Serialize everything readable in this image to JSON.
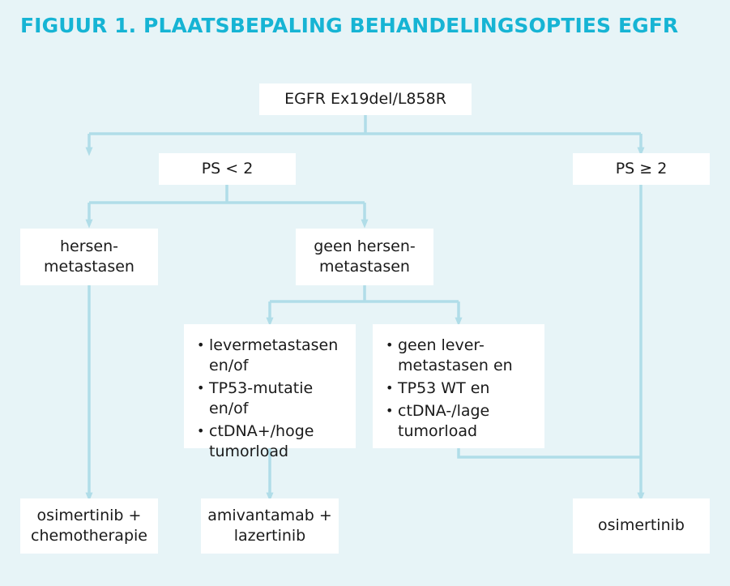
{
  "figure": {
    "title": "FIGUUR 1. PLAATSBEPALING BEHANDELINGSOPTIES EGFR",
    "title_color": "#16b4d4",
    "background_color": "#e7f4f7",
    "node_fill_color": "#ffffff",
    "connector_color": "#b0dde8",
    "text_color": "#1a1a1a"
  },
  "nodes": {
    "root": {
      "label": "EGFR Ex19del/L858R"
    },
    "ps_low": {
      "label": "PS < 2"
    },
    "ps_high": {
      "label": "PS ≥ 2"
    },
    "brain_mets": {
      "label": "hersen-\nmetastasen"
    },
    "no_brain_mets": {
      "label": "geen hersen-\nmetastasen"
    },
    "liver_positive": {
      "items": [
        "levermetastasen\nen/of",
        "TP53-mutatie en/of",
        "ctDNA+/hoge\ntumorload"
      ]
    },
    "liver_negative": {
      "items": [
        "geen lever-\nmetastasen en",
        "TP53 WT en",
        "ctDNA-/lage\ntumorload"
      ]
    },
    "treat_osi_chemo": {
      "label": "osimertinib +\nchemotherapie"
    },
    "treat_ami_laz": {
      "label": "amivantamab +\nlazertinib"
    },
    "treat_osi": {
      "label": "osimertinib"
    }
  },
  "edges": [
    {
      "from": "root",
      "to": "ps_low"
    },
    {
      "from": "root",
      "to": "ps_high"
    },
    {
      "from": "ps_low",
      "to": "brain_mets"
    },
    {
      "from": "ps_low",
      "to": "no_brain_mets"
    },
    {
      "from": "no_brain_mets",
      "to": "liver_positive"
    },
    {
      "from": "no_brain_mets",
      "to": "liver_negative"
    },
    {
      "from": "brain_mets",
      "to": "treat_osi_chemo"
    },
    {
      "from": "liver_positive",
      "to": "treat_ami_laz"
    },
    {
      "from": "liver_negative",
      "to": "treat_osi"
    },
    {
      "from": "ps_high",
      "to": "treat_osi"
    }
  ]
}
